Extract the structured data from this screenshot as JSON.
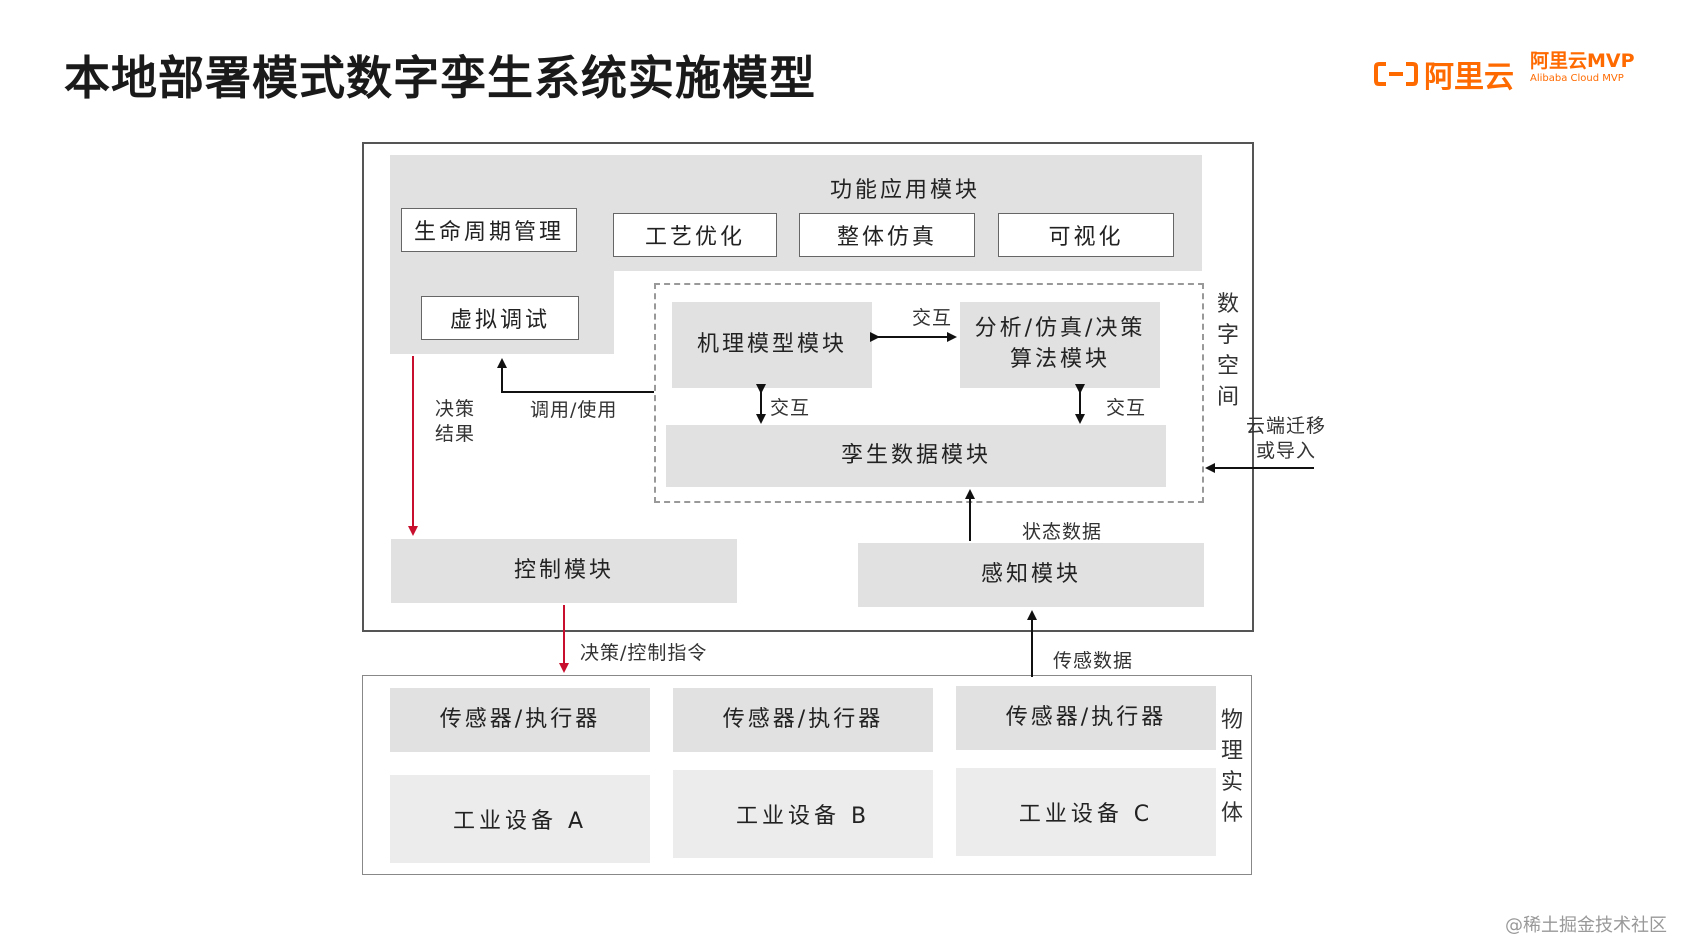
{
  "header": {
    "title": "本地部署模式数字孪生系统实施模型",
    "logo_text": "阿里云",
    "mvp_title": "阿里云MVP",
    "mvp_sub": "Alibaba Cloud MVP"
  },
  "diagram": {
    "function_title": "功能应用模块",
    "lifecycle": "生命周期管理",
    "virtual_debug": "虚拟调试",
    "process_opt": "工艺优化",
    "whole_sim": "整体仿真",
    "visualization": "可视化",
    "mechanism_model": "机理模型模块",
    "analysis_algo": "分析/仿真/决策\n算法模块",
    "twin_data": "孪生数据模块",
    "interact_top": "交互",
    "interact_left": "交互",
    "interact_right": "交互",
    "call_use": "调用/使用",
    "decision_result": "决策\n结果",
    "digital_space": "数字空间",
    "cloud_migrate": "云端迁移\n或导入",
    "state_data": "状态数据",
    "control_module": "控制模块",
    "sense_module": "感知模块",
    "decision_control": "决策/控制指令",
    "sense_data": "传感数据",
    "physical_entity": "物理实体",
    "sensor_actuator_1": "传感器/执行器",
    "sensor_actuator_2": "传感器/执行器",
    "sensor_actuator_3": "传感器/执行器",
    "device_a": "工业设备 A",
    "device_b": "工业设备 B",
    "device_c": "工业设备 C"
  },
  "footer": {
    "watermark": "@稀土掘金技术社区"
  },
  "colors": {
    "brand": "#ff6a00",
    "arrow_red": "#c8102e",
    "box_gray": "#e1e1e1"
  }
}
